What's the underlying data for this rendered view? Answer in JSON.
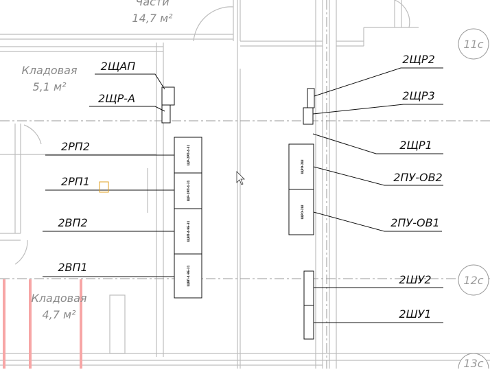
{
  "colors": {
    "background": "#ffffff",
    "wall": "#bdbdbd",
    "leader": "#111111",
    "room_text": "#8a8a8a",
    "highlight": "#f7a6a6",
    "cursor_box": "#e0a020"
  },
  "rooms": [
    {
      "name": "Части",
      "area": "14,7 м²"
    },
    {
      "name": "Кладовая",
      "area": "5,1 м²"
    },
    {
      "name": "Кладовая",
      "area": "4,7 м²"
    }
  ],
  "axes": [
    "11с",
    "12с",
    "13с"
  ],
  "panels_left": [
    {
      "label": "2ЩАП"
    },
    {
      "label": "2ЩР-А"
    },
    {
      "label": "2РП2",
      "mark": "ЩР-2РП-4-31"
    },
    {
      "label": "2РП1",
      "mark": "ЩР-2РП-4-31"
    },
    {
      "label": "2ВП2",
      "mark": "ЩВП-4-9Б-31"
    },
    {
      "label": "2ВП1",
      "mark": "ЩВП-4-9Б-31"
    }
  ],
  "panels_right": [
    {
      "label": "2ЩР2"
    },
    {
      "label": "2ЩР3"
    },
    {
      "label": "2ЩР1"
    },
    {
      "label": "2ПУ-ОВ2",
      "mark": "ЩРО-2Ш"
    },
    {
      "label": "2ПУ-ОВ1",
      "mark": "ЩРО-2Ш"
    },
    {
      "label": "2ШУ2"
    },
    {
      "label": "2ШУ1"
    }
  ]
}
